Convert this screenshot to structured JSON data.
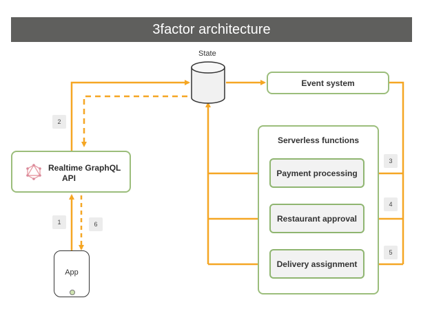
{
  "title": "3factor architecture",
  "nodes": {
    "state": "State",
    "event_system": "Event system",
    "serverless": "Serverless functions",
    "graphql_line1": "Realtime GraphQL",
    "graphql_line2": "API",
    "payment": "Payment processing",
    "restaurant": "Restaurant approval",
    "delivery": "Delivery  assignment",
    "app": "App"
  },
  "steps": [
    "1",
    "2",
    "3",
    "4",
    "5",
    "6"
  ],
  "colors": {
    "arrow": "#f5a623",
    "box_border": "#9bbd7b",
    "title_bg": "#5f5f5d"
  }
}
